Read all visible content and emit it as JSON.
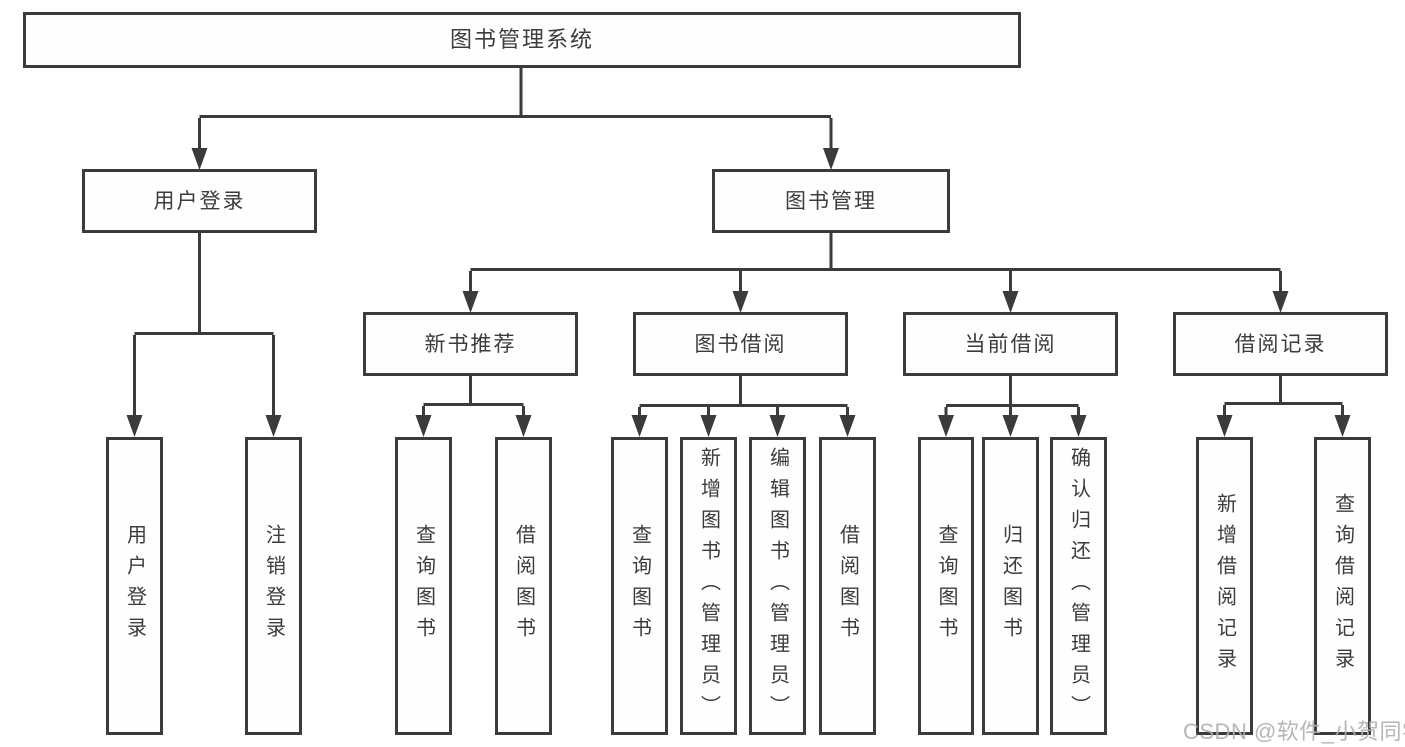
{
  "diagram": {
    "title": "图书管理系统",
    "watermark": "CSDN @软件_小贺同学",
    "colors": {
      "line": "#3b3b3b",
      "box_border": "#3b3b3b",
      "text": "#3c3c3c",
      "box_background": "#fefefe",
      "page_background": "#ffffff",
      "watermark_gray": "#b0b0b0"
    },
    "tree": {
      "label": "图书管理系统",
      "children": [
        {
          "label": "用户登录",
          "children": [
            {
              "label": "用户登录"
            },
            {
              "label": "注销登录"
            }
          ]
        },
        {
          "label": "图书管理",
          "children": [
            {
              "label": "新书推荐",
              "children": [
                {
                  "label": "查询图书"
                },
                {
                  "label": "借阅图书"
                }
              ]
            },
            {
              "label": "图书借阅",
              "children": [
                {
                  "label": "查询图书"
                },
                {
                  "label": "新增图书（管理员）"
                },
                {
                  "label": "编辑图书（管理员）"
                },
                {
                  "label": "借阅图书"
                }
              ]
            },
            {
              "label": "当前借阅",
              "children": [
                {
                  "label": "查询图书"
                },
                {
                  "label": "归还图书"
                },
                {
                  "label": "确认归还（管理员）"
                }
              ]
            },
            {
              "label": "借阅记录",
              "children": [
                {
                  "label": "新增借阅记录"
                },
                {
                  "label": "查询借阅记录"
                }
              ]
            }
          ]
        }
      ]
    }
  }
}
